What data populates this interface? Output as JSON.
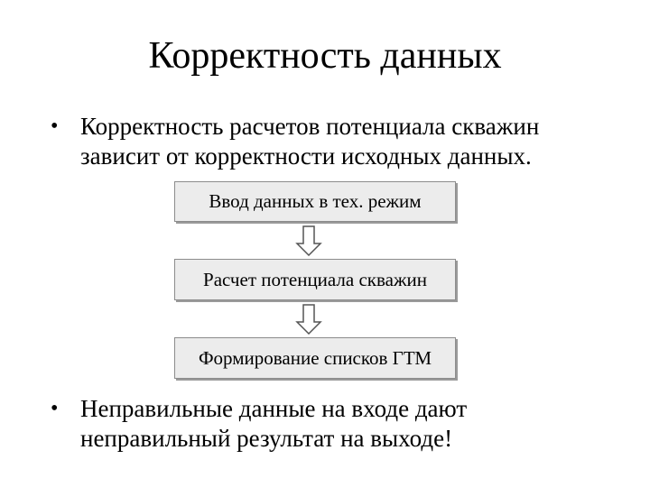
{
  "slide": {
    "title": "Корректность данных"
  },
  "bullets": [
    {
      "marker": "•",
      "lines": [
        "Корректность расчетов потенциала скважин",
        "зависит от корректности исходных данных."
      ]
    },
    {
      "marker": "•",
      "lines": [
        "Неправильные данные на входе дают",
        "неправильный результат на выходе!"
      ]
    }
  ],
  "flow": {
    "steps": [
      "Ввод данных в тех. режим",
      "Расчет потенциала скважин",
      "Формирование списков ГТМ"
    ],
    "arrow_icon": "down-arrow-icon"
  },
  "colors": {
    "box_fill": "#ececec",
    "box_border": "#8c8c8c",
    "shadow": "#9a9a9a"
  }
}
